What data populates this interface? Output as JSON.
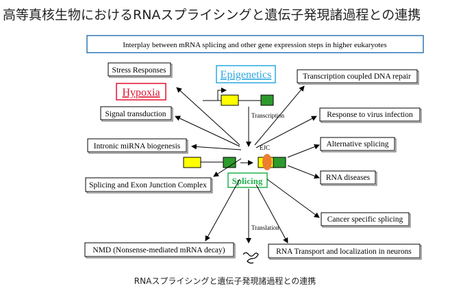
{
  "page_title": "高等真核生物におけるRNAスプライシングと遺伝子発現諸過程との連携",
  "caption": "RNAスプライシングと遺伝子発現諸過程との連携",
  "diagram": {
    "header": "Interplay between mRNA splicing and other gene expression steps in higher eukaryotes",
    "left_boxes": {
      "stress": "Stress Responses",
      "signal": "Signal transduction",
      "mirna": "Intronic miRNA biogenesis",
      "ejc": "Splicing and Exon Junction Complex",
      "nmd": "NMD (Nonsense-mediated mRNA decay)"
    },
    "hypoxia": "Hypoxia",
    "epigenetics": "Epigenetics",
    "splicing": "Splicing",
    "right_boxes": {
      "dna_repair": "Transcription coupled DNA repair",
      "virus": "Response to virus infection",
      "alt_splicing": "Alternative splicing",
      "rna_diseases": "RNA diseases",
      "cancer": "Cancer specific splicing",
      "transport": "RNA Transport and localization in neurons"
    },
    "labels": {
      "transcription": "Transcription",
      "ejc": "EJC",
      "translation": "Translation"
    },
    "colors": {
      "header_border": "#2e75b6",
      "hypoxia": "#e0102f",
      "epigenetics": "#29a8e0",
      "splicing": "#22b14c",
      "exon_yellow": "#ffff00",
      "exon_green": "#2d9a2d",
      "ejc_orange": "#ed7d31"
    }
  }
}
